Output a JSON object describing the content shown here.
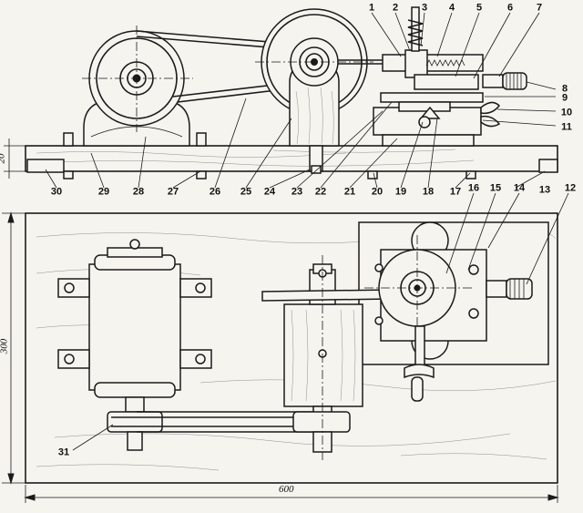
{
  "callouts": [
    "1",
    "2",
    "3",
    "4",
    "5",
    "6",
    "7",
    "8",
    "9",
    "10",
    "11",
    "12",
    "13",
    "14",
    "15",
    "16",
    "17",
    "18",
    "19",
    "20",
    "21",
    "22",
    "23",
    "24",
    "25",
    "26",
    "27",
    "28",
    "29",
    "30",
    "31"
  ],
  "dimensions": {
    "thickness": "20",
    "depth": "300",
    "length": "600"
  }
}
